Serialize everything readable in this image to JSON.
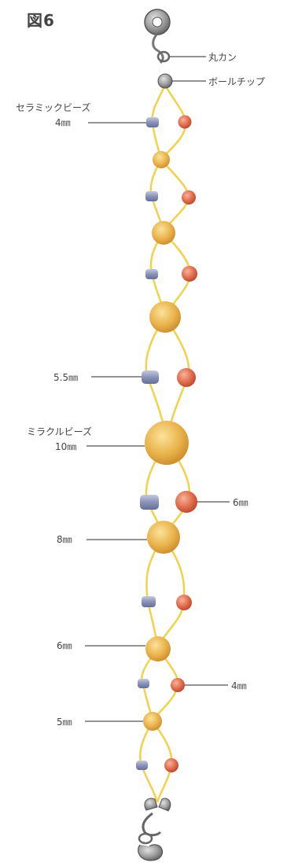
{
  "title": "図6",
  "labels": {
    "ring": "丸カン",
    "ball_tip": "ボールチップ",
    "ceramic": "セラミックビーズ",
    "ceramic_size": "4㎜",
    "size_55": "5.5㎜",
    "miracle": "ミラクルビーズ",
    "miracle_size": "10㎜",
    "size_6_right": "6㎜",
    "size_8": "8㎜",
    "size_6_left": "6㎜",
    "size_4_right": "4㎜",
    "size_5": "5㎜"
  },
  "colors": {
    "thread": "#f1d24a",
    "gold": "#e9b24a",
    "orange": "#e06a4a",
    "blue": "#8a93b8",
    "metal": "#8c8c8c",
    "leader": "#555555"
  },
  "icons": [
    "jump-ring-icon",
    "ball-tip-icon",
    "clasp-icon"
  ]
}
